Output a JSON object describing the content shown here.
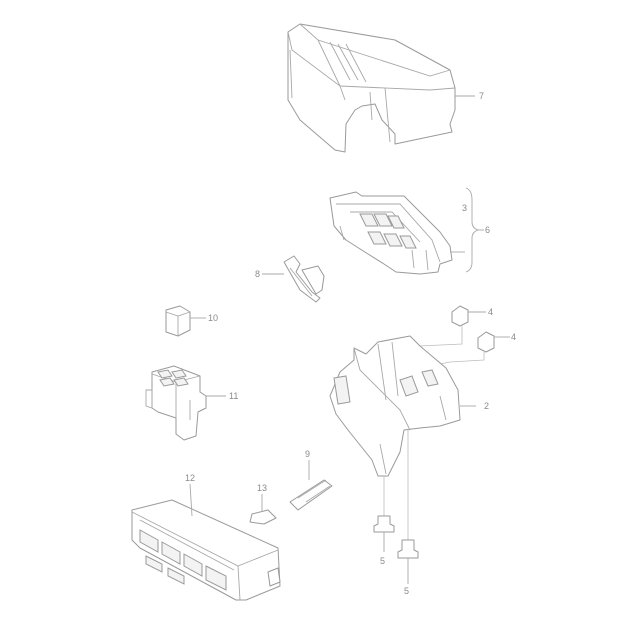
{
  "diagram": {
    "type": "exploded-parts-view",
    "background": "#ffffff",
    "line_color": "#9a9a9a",
    "callouts": [
      {
        "id": "7",
        "label": "7",
        "part": "fuse-box-cover"
      },
      {
        "id": "3",
        "label": "3",
        "part": "sub-assembly-marker"
      },
      {
        "id": "6",
        "label": "6",
        "part": "relay-carrier-assembly"
      },
      {
        "id": "8",
        "label": "8",
        "part": "retaining-clip"
      },
      {
        "id": "4a",
        "label": "4",
        "part": "nut-upper"
      },
      {
        "id": "4b",
        "label": "4",
        "part": "nut-lower"
      },
      {
        "id": "2",
        "label": "2",
        "part": "mounting-bracket"
      },
      {
        "id": "10",
        "label": "10",
        "part": "relay"
      },
      {
        "id": "11",
        "label": "11",
        "part": "relay-holder"
      },
      {
        "id": "9",
        "label": "9",
        "part": "fuse"
      },
      {
        "id": "13",
        "label": "13",
        "part": "fuse-clip"
      },
      {
        "id": "12",
        "label": "12",
        "part": "fuse-box"
      },
      {
        "id": "5a",
        "label": "5",
        "part": "bolt-left"
      },
      {
        "id": "5b",
        "label": "5",
        "part": "bolt-right"
      }
    ]
  }
}
